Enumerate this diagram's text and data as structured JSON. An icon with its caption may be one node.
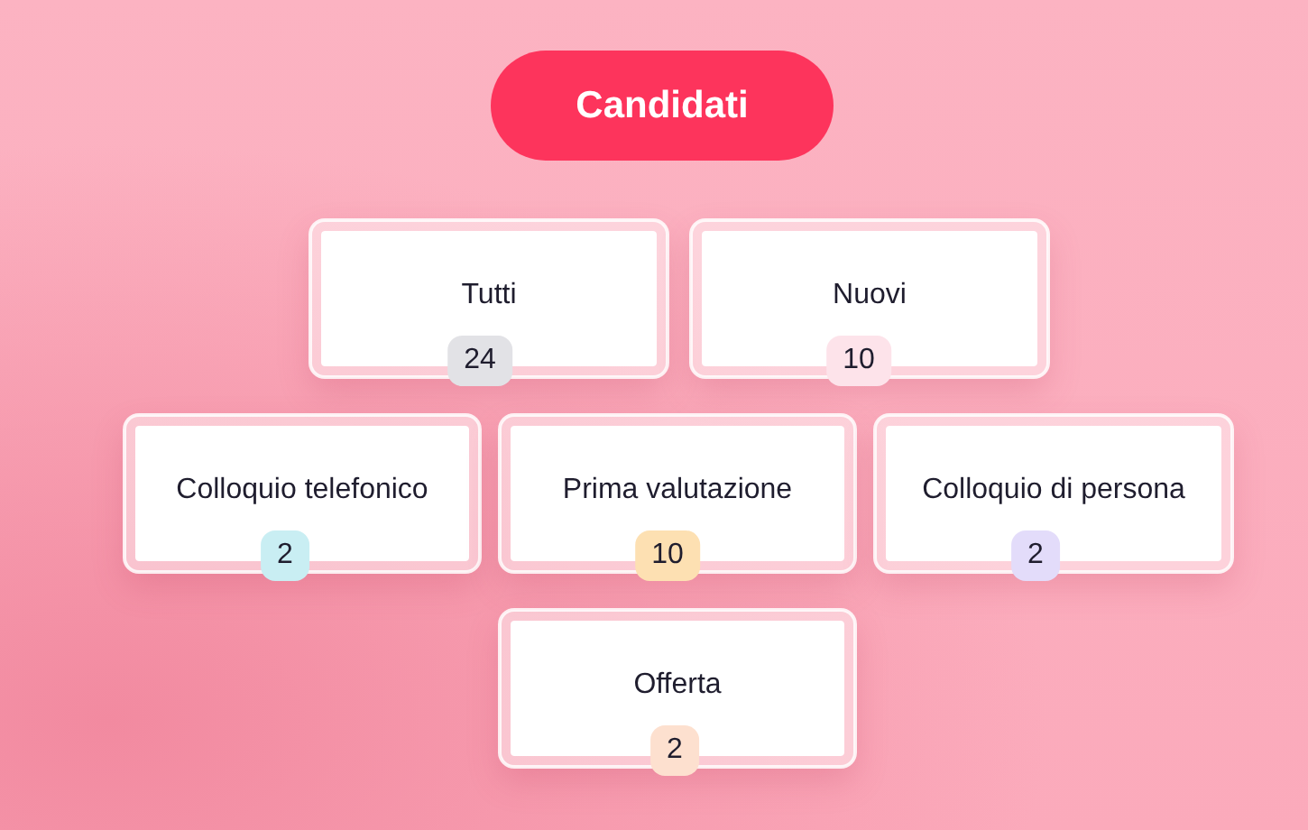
{
  "diagram": {
    "nodes": [
      {
        "text": [
          "Candidati"
        ]
      },
      {
        "text": [
          "Tutti",
          "24"
        ]
      },
      {
        "text": [
          "Nuovi",
          "10"
        ]
      },
      {
        "text": [
          "Colloquio telefonico",
          "2"
        ]
      },
      {
        "text": [
          "Prima valutazione",
          "10"
        ]
      },
      {
        "text": [
          "Colloquio di persona",
          "2"
        ]
      },
      {
        "text": [
          "Offerta",
          "2"
        ]
      }
    ]
  }
}
